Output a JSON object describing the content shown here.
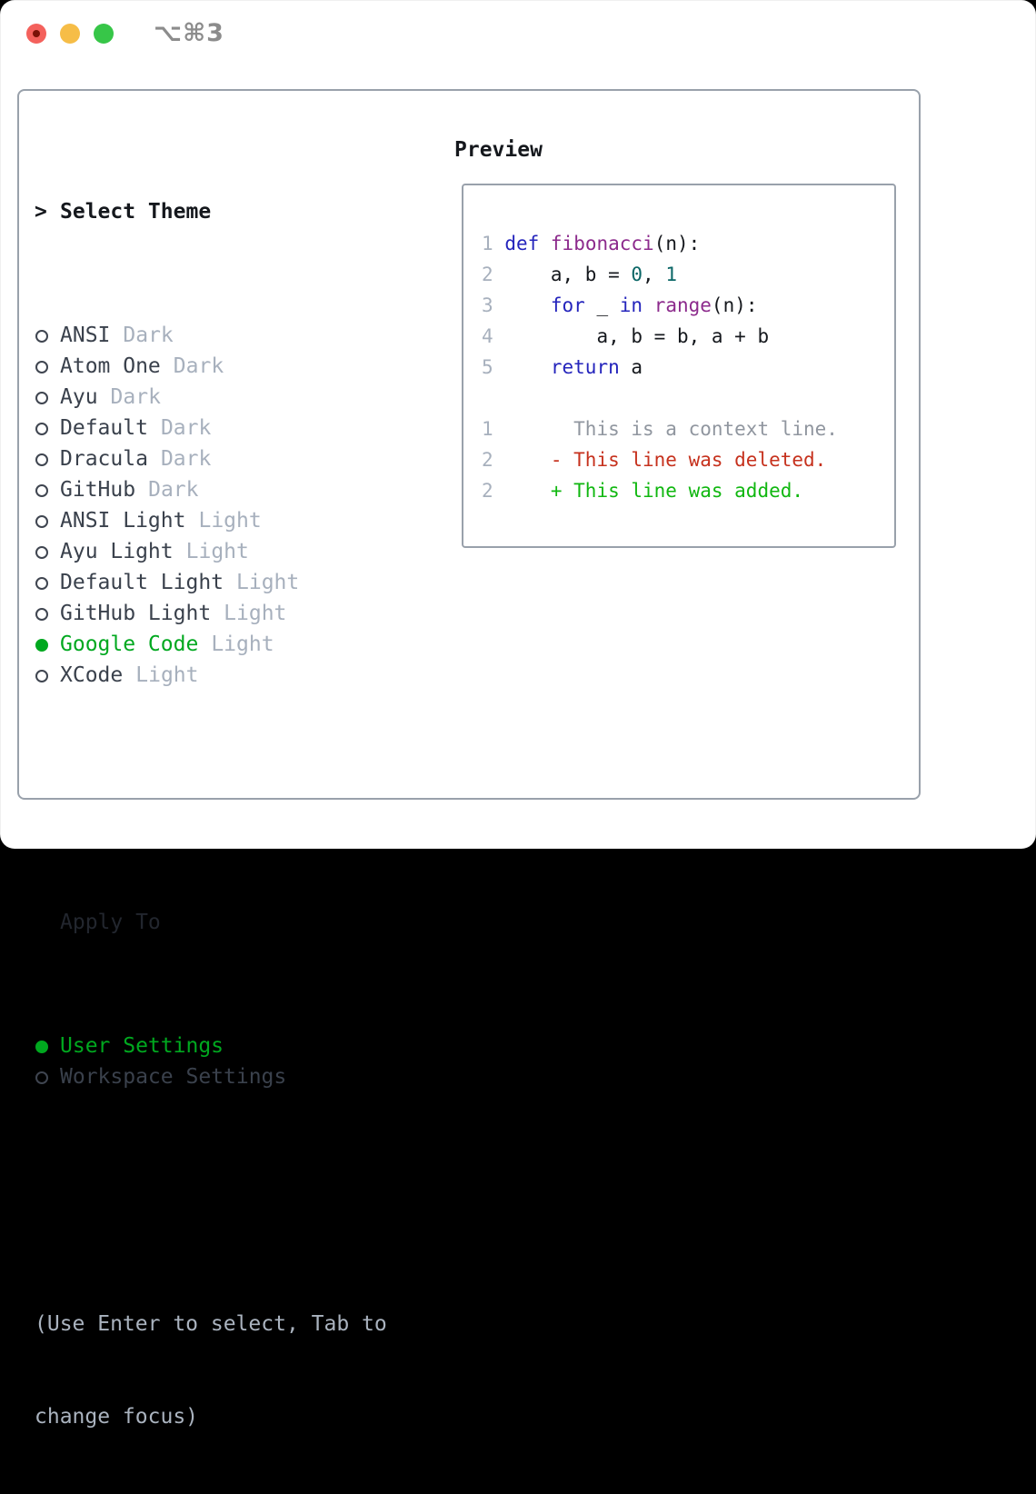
{
  "titlebar": {
    "shortcut": "⌥⌘3",
    "buttons": [
      "close",
      "minimize",
      "zoom"
    ]
  },
  "left_panel": {
    "header": {
      "prefix": ">",
      "label": "Select Theme"
    },
    "themes": [
      {
        "name": "ANSI",
        "tag": "Dark",
        "selected": false
      },
      {
        "name": "Atom One",
        "tag": "Dark",
        "selected": false
      },
      {
        "name": "Ayu",
        "tag": "Dark",
        "selected": false
      },
      {
        "name": "Default",
        "tag": "Dark",
        "selected": false
      },
      {
        "name": "Dracula",
        "tag": "Dark",
        "selected": false
      },
      {
        "name": "GitHub",
        "tag": "Dark",
        "selected": false
      },
      {
        "name": "ANSI Light",
        "tag": "Light",
        "selected": false
      },
      {
        "name": "Ayu Light",
        "tag": "Light",
        "selected": false
      },
      {
        "name": "Default Light",
        "tag": "Light",
        "selected": false
      },
      {
        "name": "GitHub Light",
        "tag": "Light",
        "selected": false
      },
      {
        "name": "Google Code",
        "tag": "Light",
        "selected": true
      },
      {
        "name": "XCode",
        "tag": "Light",
        "selected": false
      }
    ],
    "apply_to": {
      "header": "Apply To",
      "options": [
        {
          "name": "User Settings",
          "selected": true
        },
        {
          "name": "Workspace Settings",
          "selected": false
        }
      ]
    },
    "help_lines": [
      "(Use Enter to select, Tab to",
      "change focus)"
    ]
  },
  "preview": {
    "header": "Preview",
    "lines": [
      {
        "tokens": [
          [
            "ln",
            "1"
          ],
          [
            "pl",
            " "
          ],
          [
            "kw",
            "def"
          ],
          [
            "pl",
            " "
          ],
          [
            "fn",
            "fibonacci"
          ],
          [
            "pl",
            "(n):"
          ]
        ]
      },
      {
        "tokens": [
          [
            "ln",
            "2"
          ],
          [
            "pl",
            "     a, b = "
          ],
          [
            "num",
            "0"
          ],
          [
            "pl",
            ", "
          ],
          [
            "num",
            "1"
          ]
        ]
      },
      {
        "tokens": [
          [
            "ln",
            "3"
          ],
          [
            "pl",
            "     "
          ],
          [
            "kw",
            "for"
          ],
          [
            "pl",
            " _ "
          ],
          [
            "kw",
            "in"
          ],
          [
            "pl",
            " "
          ],
          [
            "fn",
            "range"
          ],
          [
            "pl",
            "(n):"
          ]
        ]
      },
      {
        "tokens": [
          [
            "ln",
            "4"
          ],
          [
            "pl",
            "         a, b = b, a + b"
          ]
        ]
      },
      {
        "tokens": [
          [
            "ln",
            "5"
          ],
          [
            "pl",
            "     "
          ],
          [
            "kw",
            "return"
          ],
          [
            "pl",
            " a"
          ]
        ]
      },
      {
        "tokens": []
      },
      {
        "tokens": [
          [
            "ln",
            "1"
          ],
          [
            "ctx",
            "       This is a context line."
          ]
        ]
      },
      {
        "tokens": [
          [
            "ln",
            "2"
          ],
          [
            "del",
            "     - This line was deleted."
          ]
        ]
      },
      {
        "tokens": [
          [
            "ln",
            "2"
          ],
          [
            "add",
            "     + This line was added."
          ]
        ]
      }
    ]
  },
  "colors": {
    "close_red": "#f4615c",
    "close_dot": "#7b1207",
    "minimize_yellow": "#f6bd47",
    "zoom_green": "#37c648",
    "titlebar_gray": "#8c8c8c",
    "border_gray": "#99a1ab",
    "text_dark": "#15181d",
    "item_text": "#3a414c",
    "radio_outline": "#3f4550",
    "muted_gray": "#a7b0bd",
    "help_gray": "#aab3bf",
    "selection_green": "#00a81f",
    "line_number_gray": "#a7b0bd",
    "kw_blue": "#2424bc",
    "fn_purple": "#8c2a8c",
    "num_teal": "#0a6666",
    "ctx_gray": "#90969f",
    "del_red": "#c6311d",
    "add_green": "#10b710"
  }
}
